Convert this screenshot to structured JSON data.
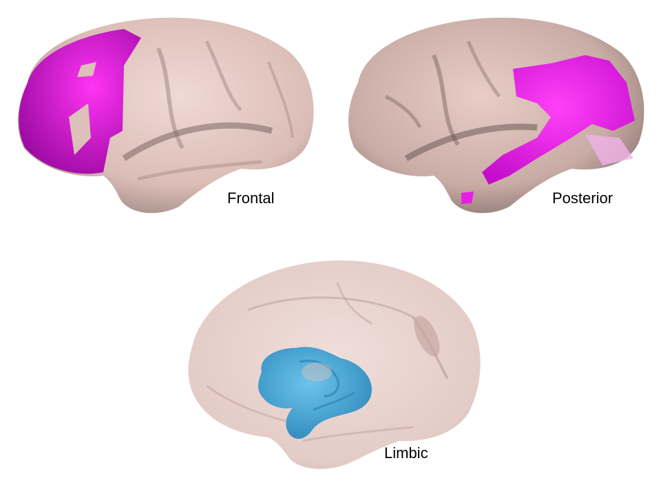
{
  "panels": {
    "frontal": {
      "label": "Frontal"
    },
    "posterior": {
      "label": "Posterior"
    },
    "limbic": {
      "label": "Limbic"
    }
  },
  "colors": {
    "cortex": "#e6c9c3",
    "cortex_shadow": "#8f7a75",
    "highlight_region": "#e81ee6",
    "limbic_structures": "#4aa9d6"
  }
}
